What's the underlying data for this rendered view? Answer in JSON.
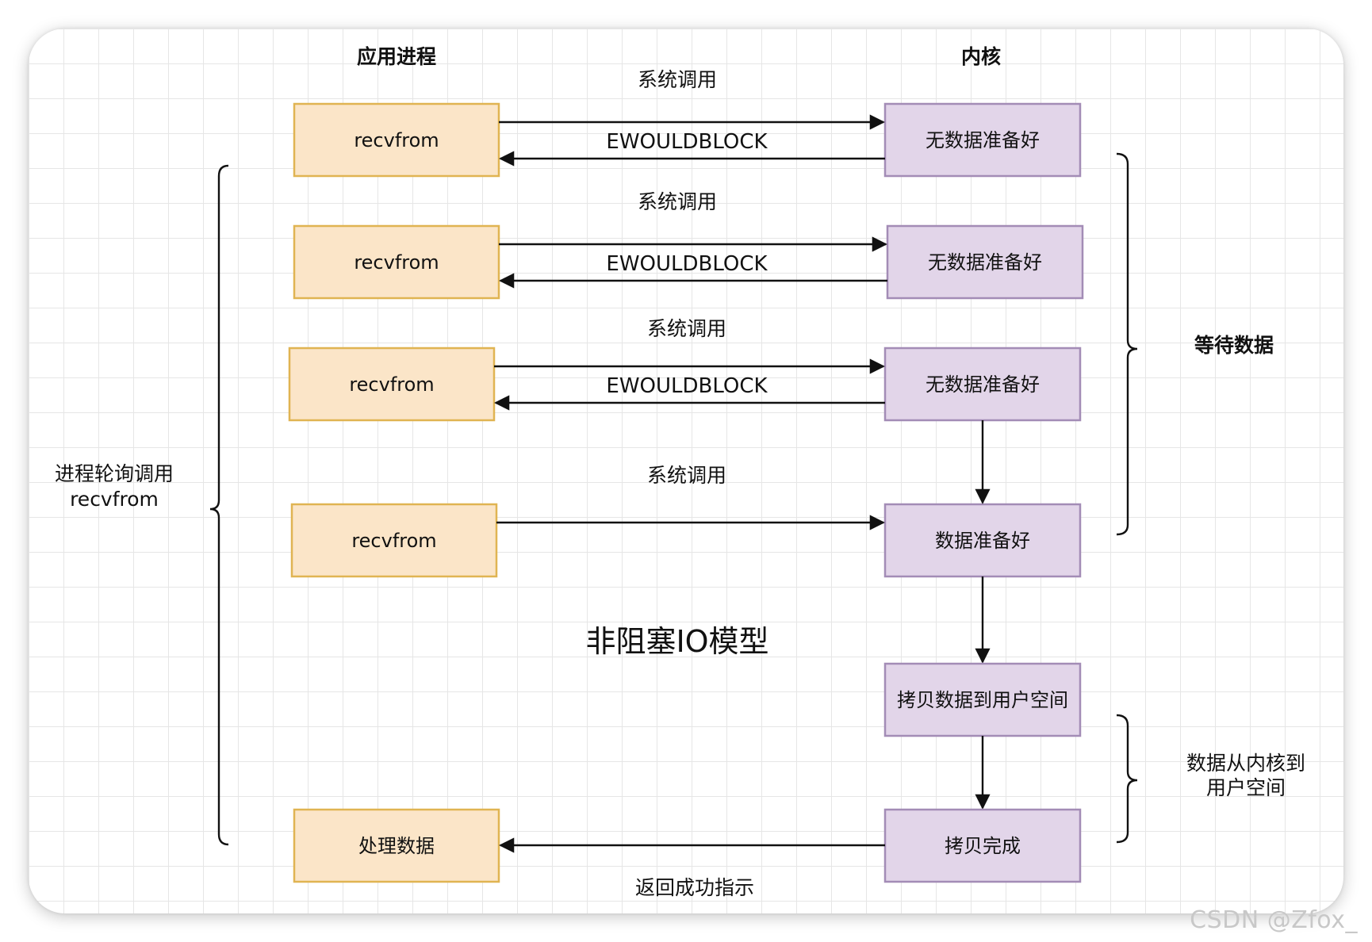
{
  "headers": {
    "app_process": "应用进程",
    "kernel": "内核"
  },
  "rows": [
    {
      "app_label": "recvfrom",
      "call_label": "系统调用",
      "return_label": "EWOULDBLOCK",
      "kernel_label": "无数据准备好"
    },
    {
      "app_label": "recvfrom",
      "call_label": "系统调用",
      "return_label": "EWOULDBLOCK",
      "kernel_label": "无数据准备好"
    },
    {
      "app_label": "recvfrom",
      "call_label": "系统调用",
      "return_label": "EWOULDBLOCK",
      "kernel_label": "无数据准备好"
    },
    {
      "app_label": "recvfrom",
      "call_label": "系统调用",
      "kernel_label": "数据准备好"
    }
  ],
  "copy_box_label": "拷贝数据到用户空间",
  "copy_done_label": "拷贝完成",
  "process_box_label": "处理数据",
  "return_success_label": "返回成功指示",
  "diagram_title": "非阻塞IO模型",
  "brace_left_label": {
    "line1": "进程轮询调用",
    "line2": "recvfrom"
  },
  "brace_wait_label": "等待数据",
  "brace_copy_label": {
    "line1": "数据从内核到",
    "line2": "用户空间"
  },
  "watermark": "CSDN @Zfox_",
  "colors": {
    "app_fill": "#fbe5c8",
    "app_stroke": "#e0b452",
    "kernel_fill": "#e2d5e9",
    "kernel_stroke": "#a38cb6"
  }
}
